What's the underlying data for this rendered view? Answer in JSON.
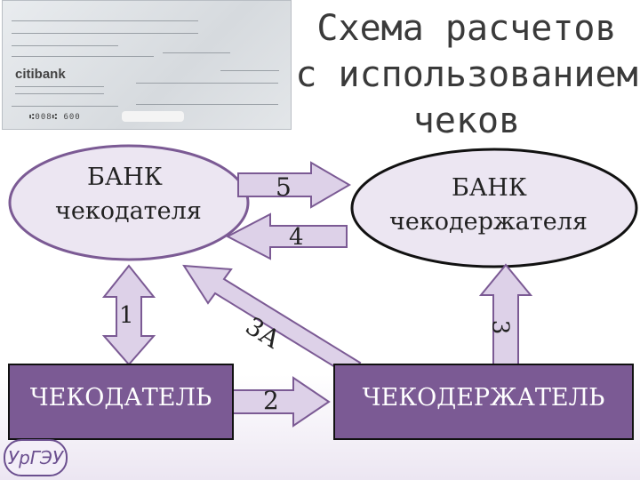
{
  "title": {
    "line1": "Схема расчетов",
    "line2": "с использованием",
    "line3": "чеков"
  },
  "nodes": {
    "bank_drawer": {
      "line1": "БАНК",
      "line2": "чекодателя"
    },
    "bank_holder": {
      "line1": "БАНК",
      "line2": "чекодержателя"
    },
    "drawer": "ЧЕКОДАТЕЛЬ",
    "holder": "ЧЕКОДЕРЖАТЕЛЬ"
  },
  "arrows": {
    "a1": "1",
    "a2": "2",
    "a3": "3",
    "a3a": "3А",
    "a4": "4",
    "a5": "5"
  },
  "check": {
    "bank_name": "citibank",
    "micr": "⑆008⑆ 600"
  },
  "logo": "УрГЭУ",
  "colors": {
    "box_fill": "#7b5a94",
    "ellipse_fill": "#ece6f2",
    "arrow_fill": "#ddd1e8",
    "arrow_stroke": "#7b5a94"
  }
}
